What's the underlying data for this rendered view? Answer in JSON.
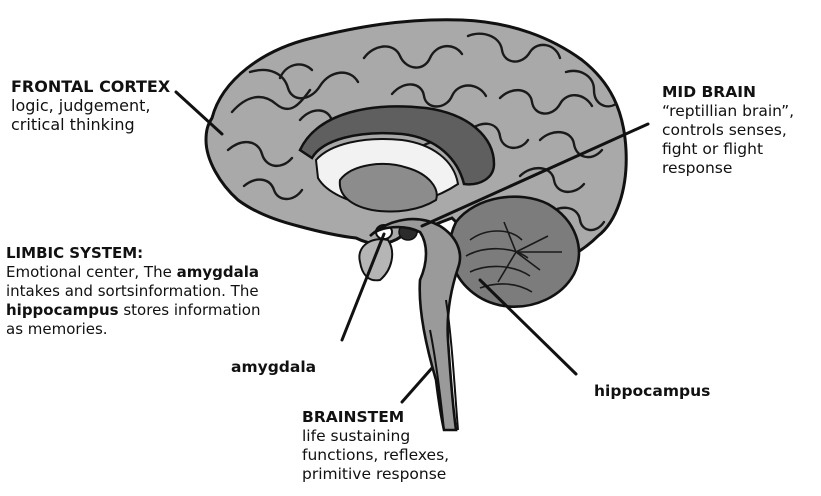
{
  "frontal_cortex": {
    "title": "FRONTAL CORTEX",
    "lines": [
      "logic, judgement,",
      "critical thinking"
    ]
  },
  "mid_brain": {
    "title": "MID BRAIN",
    "lines": [
      "“reptillian brain”,",
      "controls senses,",
      "fight or flight",
      "response"
    ]
  },
  "limbic_system": {
    "title": "LIMBIC SYSTEM:",
    "line1_a": "Emotional center, The ",
    "line1_b": "amygdala",
    "line2": "intakes and sortsinformation.  The",
    "line3_a": "hippocampus",
    "line3_b": " stores information",
    "line4": "as memories."
  },
  "amygdala_label": "amygdala",
  "hippocampus_label": "hippocampus",
  "brainstem": {
    "title": "BRAINSTEM",
    "lines": [
      "life sustaining",
      "functions, reflexes,",
      "primitive response"
    ]
  },
  "colors": {
    "cortex": "#a9a9a9",
    "dark": "#5f5f5f",
    "mid": "#8c8c8c",
    "light": "#cfcfcf",
    "outline": "#111111"
  }
}
